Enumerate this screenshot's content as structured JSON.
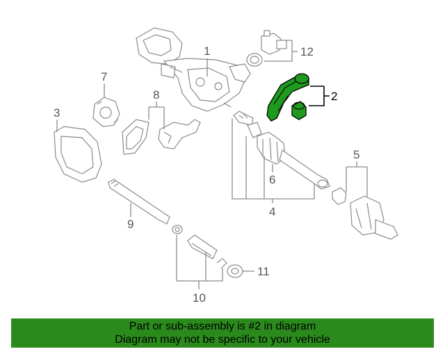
{
  "diagram": {
    "callouts": {
      "c1": "1",
      "c2": "2",
      "c3": "3",
      "c4": "4",
      "c5": "5",
      "c6": "6",
      "c7": "7",
      "c8": "8",
      "c9": "9",
      "c10": "10",
      "c11": "11",
      "c12": "12"
    },
    "highlighted_part": "2",
    "colors": {
      "highlight": "#1f9a1f",
      "banner": "#2a8a1c",
      "line": "#8a8a8a"
    }
  },
  "banner": {
    "line1": "Part or sub-assembly is #2 in diagram",
    "line2": "Diagram may not be specific to your vehicle"
  }
}
